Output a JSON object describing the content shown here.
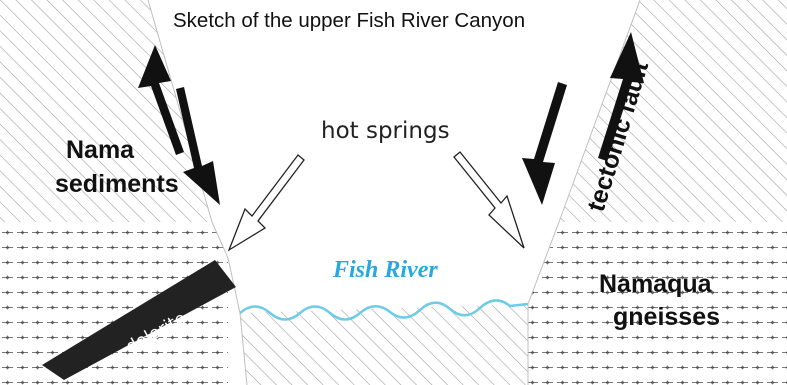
{
  "title": "Sketch of the upper Fish River Canyon",
  "labels": {
    "nama_line1": "Nama",
    "nama_line2": "sediments",
    "hot_springs": "hot springs",
    "fish_river": "Fish River",
    "tectonic_fault": "tectonic fault",
    "namaqua_line1": "Namaqua",
    "namaqua_line2": "gneisses",
    "dolerite": "dolerite"
  },
  "colors": {
    "river": "#2aa7e0",
    "river_line": "#6dcbe8",
    "hatch": "#9a9a9a",
    "gneiss_dot": "#5a5a5a",
    "dolerite": "#222222",
    "arrow": "#111111"
  }
}
